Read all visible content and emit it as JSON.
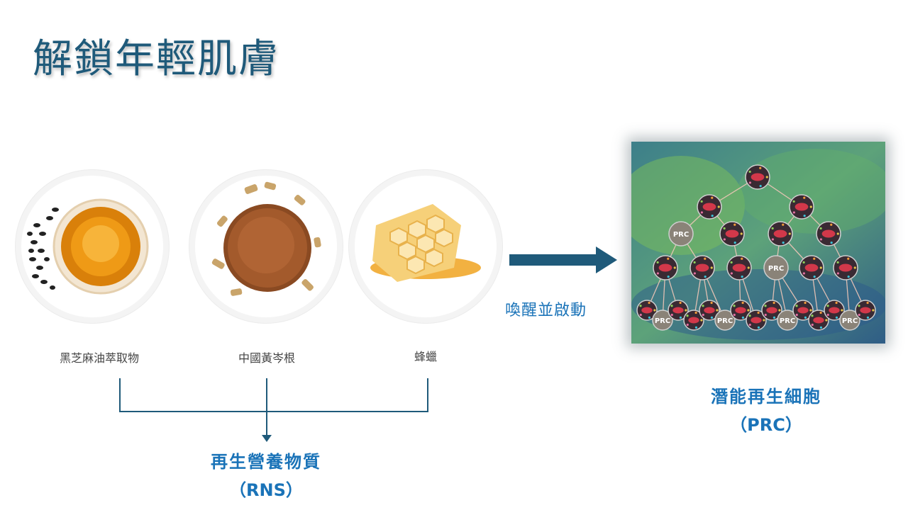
{
  "slide": {
    "title": "解鎖年輕肌膚"
  },
  "ingredients": [
    {
      "name": "黑芝麻油萃取物",
      "icon": "sesame-oil-bowl-icon"
    },
    {
      "name": "中國黃岑根",
      "icon": "scutellaria-root-powder-icon"
    },
    {
      "name": "蜂蠟",
      "icon": "honeycomb-icon"
    }
  ],
  "rns": {
    "title": "再生營養物質",
    "abbr": "（RNS）"
  },
  "action": {
    "label": "喚醒並啟動"
  },
  "prc": {
    "title": "潛能再生細胞",
    "abbr": "（PRC）",
    "node_label": "PRC"
  },
  "colors": {
    "title": "#1f5a7a",
    "accent": "#1a73b8",
    "arrow": "#1f5a7a"
  }
}
